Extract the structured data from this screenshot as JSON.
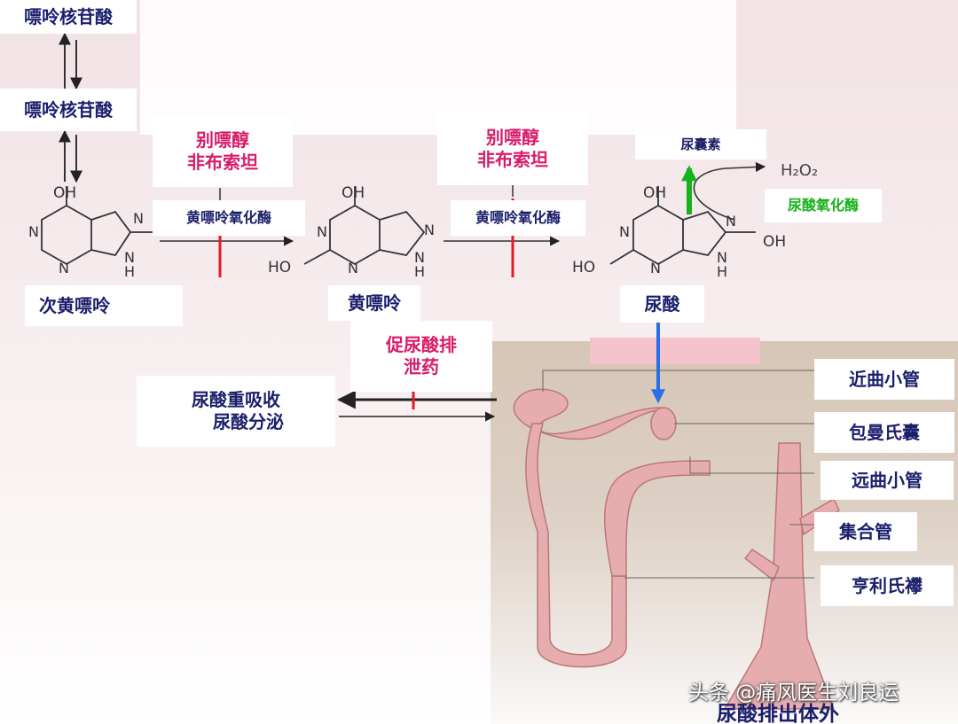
{
  "pathway": {
    "imp": "嘌呤核苷酸",
    "amp": "嘌呤核苷酸",
    "hypoxanthine": "次黄嘌呤",
    "xanthine": "黄嘌呤",
    "uric_acid": "尿酸"
  },
  "enzymes": {
    "xanthine_oxidase_1": "黄嘌呤氧化酶",
    "xanthine_oxidase_2": "黄嘌呤氧化酶",
    "uricase": "尿囊素",
    "urate_oxidase": "尿酸氧化酶",
    "h2o2": "H₂O₂"
  },
  "inhibitors": {
    "group1": [
      "别嘌醇",
      "非布索坦"
    ],
    "group2": [
      "别嘌醇",
      "非布索坦"
    ],
    "uricosuric": [
      "促尿酸排",
      "泄药"
    ]
  },
  "renal": {
    "reabsorption": "尿酸重吸收",
    "secretion": "尿酸分泌",
    "excretion": "尿酸排出体外"
  },
  "nephron_labels": {
    "proximal_tubule": "近曲小管",
    "bowman_capsule": "包曼氏囊",
    "distal_tubule": "远曲小管",
    "collecting_duct": "集合管",
    "loop_of_henle": "亨利氏襻"
  },
  "atoms": {
    "oh": "OH",
    "n": "N",
    "h": "H",
    "ho": "HO"
  },
  "watermark": "头条 @痛风医生刘良运",
  "colors": {
    "navy": "#1a1f6b",
    "magenta": "#d81b6a",
    "green": "#16b21b",
    "red": "#e01b2a",
    "blue": "#2a6ee8",
    "tissue": "#e3a4a6",
    "tissue_dark": "#b97878",
    "kidney_bg": "#d9cbbd"
  }
}
